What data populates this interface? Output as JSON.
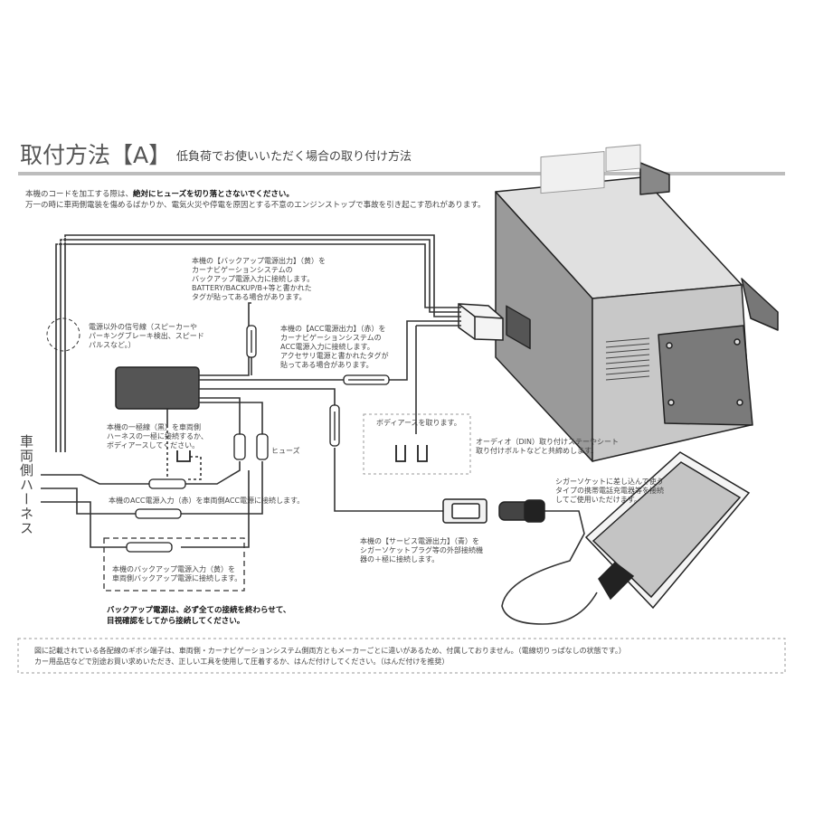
{
  "header": {
    "title": "取付方法【A】",
    "subtitle": "低負荷でお使いいただく場合の取り付け方法"
  },
  "warning": {
    "line1_prefix": "本機のコードを加工する際は、",
    "line1_bold": "絶対にヒューズを切り落とさないでください。",
    "line2": "万一の時に車両側電装を傷めるばかりか、電気火災や停電を原因とする不意のエンジンストップで事故を引き起こす恐れがあります。"
  },
  "labels": {
    "backup_out": [
      "本機の【バックアップ電源出力】（黄）を",
      "カーナビゲーションシステムの",
      "バックアップ電源入力に接続します。",
      "BATTERY/BACKUP/B+等と書かれた",
      "タグが貼ってある場合があります。"
    ],
    "signal_lines": [
      "電源以外の信号線（スピーカーや",
      "パーキングブレーキ検出、スピード",
      "パルスなど。）"
    ],
    "acc_out": [
      "本機の【ACC電源出力】（赤）を",
      "カーナビゲーションシステムの",
      "ACC電源入力に接続します。",
      "アクセサリ電源と書かれたタグが",
      "貼ってある場合があります。"
    ],
    "ground": [
      "本機の一極線（黒）を車両側",
      "ハーネスの一極に接続するか、",
      "ボディアースしてください。"
    ],
    "fuse": "ヒューズ",
    "acc_in": "本機のACC電源入力（赤）を車両側ACC電源に接続します。",
    "backup_in": [
      "本機のバックアップ電源入力（黄）を",
      "車両側バックアップ電源に接続します。"
    ],
    "backup_note": [
      "バックアップ電源は、必ず全ての接続を終わらせて、",
      "目視確認をしてから接続してください。"
    ],
    "body_ground": "ボディアースを取ります。",
    "audio_bolt": [
      "オーディオ（DIN）取り付けステーやシート",
      "取り付けボルトなどと共締めします。"
    ],
    "cigar_use": [
      "シガーソケットに差し込んで使う",
      "タイプの携帯電話充電器等を接続",
      "してご使用いただけます。"
    ],
    "service_out": [
      "本機の【サービス電源出力】（青）を",
      "シガーソケットプラグ等の外部接続機",
      "器の＋極に接続します。"
    ],
    "harness": "車両側ハーネス"
  },
  "footer": {
    "line1": "図に記載されている各配線のギボシ端子は、車両側・カーナビゲーションシステム側両方ともメーカーごとに違いがあるため、付属しておりません。（電線切りっぱなしの状態です。）",
    "line2": "カー用品店などで別途お買い求めいただき、正しい工具を使用して圧着するか、はんだ付けしてください。（はんだ付けを推奨）"
  },
  "colors": {
    "wire": "#333333",
    "device": "#555555",
    "unit_body": "#c8c8c8",
    "unit_side": "#9a9a9a",
    "unit_top": "#e0e0e0",
    "phone_screen": "#c4c4c4",
    "rule": "#bdbdbd"
  },
  "icons": [
    "fuse-icon",
    "ground-terminal-icon",
    "cigar-socket-icon",
    "cigar-plug-icon",
    "connector-icon",
    "car-navigation-unit-icon",
    "smartphone-icon"
  ]
}
